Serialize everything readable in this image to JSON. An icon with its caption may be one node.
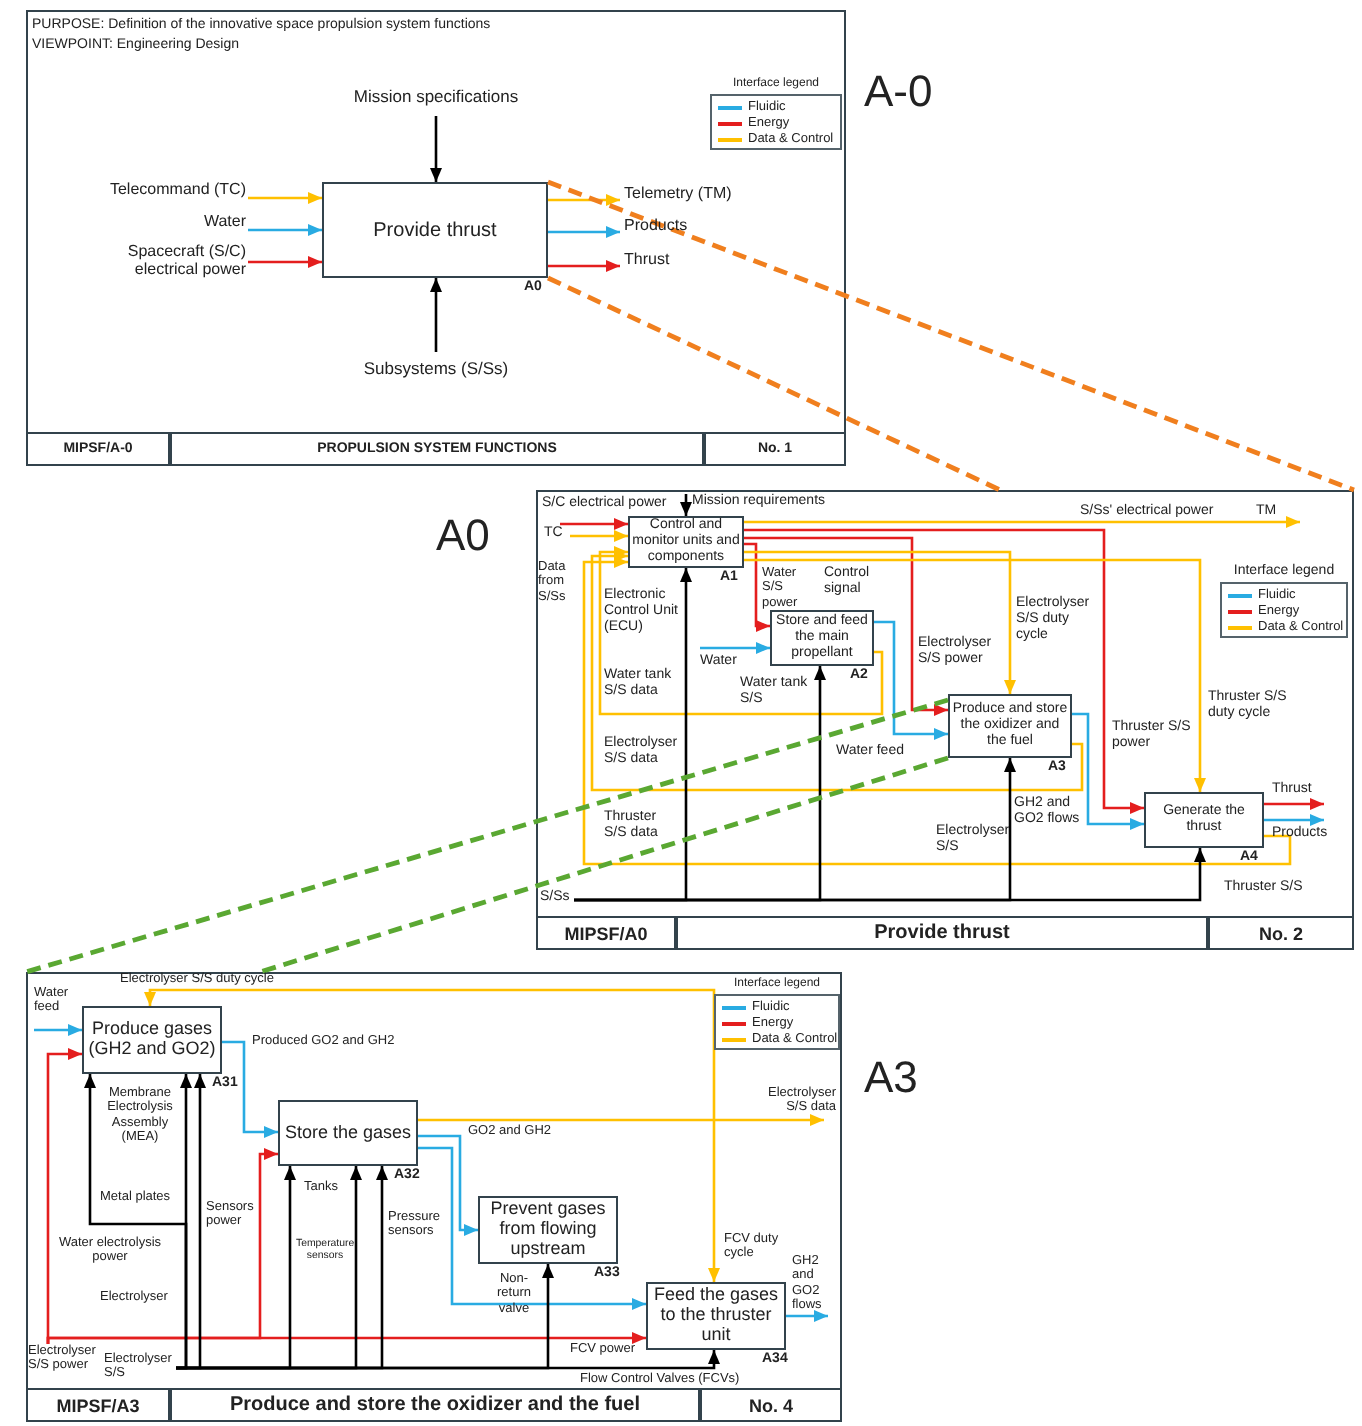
{
  "diagram": {
    "nodes": [
      {
        "text": [
          "A-0"
        ]
      },
      {
        "text": [
          "Provide thrust"
        ],
        "in": 0,
        "beside": [
          "A0"
        ]
      },
      {
        "text": [
          "MIPSF/A-0"
        ],
        "in": 0
      },
      {
        "text": [
          "PROPULSION SYSTEM FUNCTIONS"
        ],
        "in": 0
      },
      {
        "text": [
          "No. 1"
        ],
        "in": 0
      },
      {
        "text": [
          "A0"
        ]
      },
      {
        "text": [
          "Control and monitor units and components"
        ],
        "in": 5,
        "beside": [
          "A1"
        ]
      },
      {
        "text": [
          "Store and feed the main propellant"
        ],
        "in": 5,
        "beside": [
          "A2"
        ]
      },
      {
        "text": [
          "Produce and store the oxidizer and the fuel"
        ],
        "in": 5,
        "beside": [
          "A3"
        ]
      },
      {
        "text": [
          "Generate the thrust"
        ],
        "in": 5,
        "beside": [
          "A4"
        ]
      },
      {
        "text": [
          "MIPSF/A0"
        ],
        "in": 5
      },
      {
        "text": [
          "Provide thrust"
        ],
        "in": 5
      },
      {
        "text": [
          "No. 2"
        ],
        "in": 5
      },
      {
        "text": [
          "A3"
        ]
      },
      {
        "text": [
          "Produce gases (GH2 and GO2)"
        ],
        "in": 13,
        "beside": [
          "A31"
        ]
      },
      {
        "text": [
          "Store the gases"
        ],
        "in": 13,
        "beside": [
          "A32"
        ]
      },
      {
        "text": [
          "Prevent gases from flowing upstream"
        ],
        "in": 13,
        "beside": [
          "A33"
        ]
      },
      {
        "text": [
          "Feed the gases to the thruster unit"
        ],
        "in": 13,
        "beside": [
          "A34"
        ]
      },
      {
        "text": [
          "MIPSF/A3"
        ],
        "in": 13
      },
      {
        "text": [
          "Produce and store the oxidizer and the fuel"
        ],
        "in": 13
      },
      {
        "text": [
          "No. 4"
        ],
        "in": 13
      },
      {
        "text": [
          "S/Ss"
        ],
        "in": 5
      },
      {
        "text": [
          "Electrolyser S/S power"
        ],
        "in": 13
      },
      {
        "text": [
          "Electrolyser S/S"
        ],
        "in": 13
      }
    ],
    "edges": [
      {
        "from": null,
        "to": 1,
        "arrow": "to",
        "label": "Mission specifications",
        "color": "#000000"
      },
      {
        "from": null,
        "to": 1,
        "arrow": "to",
        "label": "Telecommand (TC)",
        "color": "#ffc000"
      },
      {
        "from": null,
        "to": 1,
        "arrow": "to",
        "label": "Water",
        "color": "#29abe2"
      },
      {
        "from": null,
        "to": 1,
        "arrow": "to",
        "label": "Spacecraft (S/C) electrical power",
        "color": "#e41e1e"
      },
      {
        "from": 1,
        "to": null,
        "arrow": "to",
        "label": "Telemetry (TM)",
        "color": "#ffc000"
      },
      {
        "from": 1,
        "to": null,
        "arrow": "to",
        "label": "Products",
        "color": "#29abe2"
      },
      {
        "from": 1,
        "to": null,
        "arrow": "to",
        "label": "Thrust",
        "color": "#e41e1e"
      },
      {
        "from": null,
        "to": 1,
        "arrow": "to",
        "label": "Subsystems (S/Ss)",
        "color": "#000000"
      },
      {
        "from": 1,
        "to": 5,
        "arrow": "none",
        "style": "dashed",
        "color": "#f07f1e"
      },
      {
        "from": 1,
        "to": 5,
        "arrow": "none",
        "style": "dashed",
        "color": "#f07f1e"
      },
      {
        "from": null,
        "to": 6,
        "arrow": "to",
        "label": "S/C electrical power",
        "color": "#e41e1e"
      },
      {
        "from": null,
        "to": 6,
        "arrow": "to",
        "label": "Mission requirements",
        "color": "#000000"
      },
      {
        "from": null,
        "to": 6,
        "arrow": "to",
        "label": "TC",
        "color": "#ffc000"
      },
      {
        "from": 6,
        "to": null,
        "arrow": "to",
        "label": "TM",
        "color": "#ffc000"
      },
      {
        "from": 6,
        "to": 7,
        "arrow": "to",
        "label": "Water S/S power",
        "color": "#e41e1e"
      },
      {
        "from": 6,
        "to": 8,
        "arrow": "to",
        "label": "Electrolyser S/S power",
        "color": "#e41e1e"
      },
      {
        "from": 6,
        "to": 9,
        "arrow": "to",
        "label": "Thruster S/S power",
        "color": "#e41e1e"
      },
      {
        "from": 6,
        "to": 8,
        "arrow": "to",
        "label": "Electrolyser S/S duty cycle",
        "color": "#ffc000"
      },
      {
        "from": 6,
        "to": 9,
        "arrow": "to",
        "label": "Thruster S/S duty cycle",
        "color": "#ffc000"
      },
      {
        "from": 7,
        "to": 6,
        "arrow": "to",
        "label": "Water tank S/S data",
        "color": "#ffc000"
      },
      {
        "from": 8,
        "to": 6,
        "arrow": "to",
        "label": "Electrolyser S/S data",
        "color": "#ffc000"
      },
      {
        "from": 9,
        "to": 6,
        "arrow": "to",
        "label": "Thruster S/S data",
        "color": "#ffc000"
      },
      {
        "from": null,
        "to": 7,
        "arrow": "to",
        "label": "Water",
        "color": "#29abe2"
      },
      {
        "from": 7,
        "to": 8,
        "arrow": "to",
        "label": "Water feed",
        "color": "#29abe2"
      },
      {
        "from": 8,
        "to": 9,
        "arrow": "to",
        "label": "GH2 and GO2 flows",
        "color": "#29abe2"
      },
      {
        "from": 9,
        "to": null,
        "arrow": "to",
        "label": "Thrust",
        "color": "#e41e1e"
      },
      {
        "from": 9,
        "to": null,
        "arrow": "to",
        "label": "Products",
        "color": "#29abe2"
      },
      {
        "from": 21,
        "to": 6,
        "arrow": "to",
        "label": "Electronic Control Unit (ECU)",
        "color": "#000000"
      },
      {
        "from": 21,
        "to": 7,
        "arrow": "to",
        "label": "Water tank S/S",
        "color": "#000000"
      },
      {
        "from": 21,
        "to": 8,
        "arrow": "to",
        "label": "Electrolyser S/S",
        "color": "#000000"
      },
      {
        "from": 21,
        "to": 9,
        "arrow": "to",
        "label": "Thruster S/S",
        "color": "#000000"
      },
      {
        "from": 8,
        "to": 13,
        "arrow": "none",
        "style": "dashed",
        "color": "#5aa832"
      },
      {
        "from": 8,
        "to": 13,
        "arrow": "none",
        "style": "dashed",
        "color": "#5aa832"
      },
      {
        "from": null,
        "to": 14,
        "arrow": "to",
        "label": "Water feed",
        "color": "#29abe2"
      },
      {
        "from": null,
        "to": 14,
        "arrow": "to",
        "label": "Electrolyser S/S duty cycle",
        "color": "#ffc000"
      },
      {
        "from": null,
        "to": 17,
        "arrow": "to",
        "label": "FCV duty cycle",
        "color": "#ffc000"
      },
      {
        "from": 14,
        "to": 15,
        "arrow": "to",
        "label": "Produced GO2 and GH2",
        "color": "#29abe2"
      },
      {
        "from": 15,
        "to": null,
        "arrow": "to",
        "label": "Electrolyser S/S data",
        "color": "#ffc000"
      },
      {
        "from": 15,
        "to": 16,
        "arrow": "to",
        "label": "GO2 and GH2",
        "color": "#29abe2"
      },
      {
        "from": 15,
        "to": 17,
        "arrow": "to",
        "color": "#29abe2"
      },
      {
        "from": 17,
        "to": null,
        "arrow": "to",
        "label": "GH2 and GO2 flows",
        "color": "#29abe2"
      },
      {
        "from": 22,
        "to": 14,
        "arrow": "to",
        "label": "Water electrolysis power",
        "color": "#e41e1e"
      },
      {
        "from": 22,
        "to": 15,
        "arrow": "to",
        "label": "Sensors power",
        "color": "#e41e1e"
      },
      {
        "from": 22,
        "to": 17,
        "arrow": "to",
        "label": "FCV power",
        "color": "#e41e1e"
      },
      {
        "from": 23,
        "to": 14,
        "arrow": "to",
        "label": "Membrane Electrolysis Assembly (MEA)",
        "color": "#000000"
      },
      {
        "from": 23,
        "to": 14,
        "arrow": "to",
        "label": "Metal plates",
        "color": "#000000"
      },
      {
        "from": 23,
        "to": 14,
        "arrow": "to",
        "label": "Electrolyser",
        "color": "#000000"
      },
      {
        "from": 23,
        "to": 15,
        "arrow": "to",
        "label": "Tanks",
        "color": "#000000"
      },
      {
        "from": 23,
        "to": 15,
        "arrow": "to",
        "label": "Temperature sensors",
        "color": "#000000"
      },
      {
        "from": 23,
        "to": 15,
        "arrow": "to",
        "label": "Pressure sensors",
        "color": "#000000"
      },
      {
        "from": 23,
        "to": 16,
        "arrow": "to",
        "label": "Non-return valve",
        "color": "#000000"
      },
      {
        "from": 23,
        "to": 17,
        "arrow": "to",
        "label": "Flow Control Valves (FCVs)",
        "color": "#000000"
      }
    ],
    "labels": [
      "PURPOSE: Definition of the innovative space propulsion system functions",
      "VIEWPOINT: Engineering Design",
      "Interface legend",
      "Data from S/Ss",
      "S/Ss' electrical power",
      "Control signal",
      "Interface legend",
      "Interface legend"
    ],
    "legend": [
      {
        "text": "Fluidic",
        "color": "#29abe2"
      },
      {
        "text": "Energy",
        "color": "#e41e1e"
      },
      {
        "text": "Data & Control",
        "color": "#ffc000"
      },
      {
        "text": "Fluidic",
        "color": "#29abe2"
      },
      {
        "text": "Energy",
        "color": "#e41e1e"
      },
      {
        "text": "Data & Control",
        "color": "#ffc000"
      },
      {
        "text": "Fluidic",
        "color": "#29abe2"
      },
      {
        "text": "Energy",
        "color": "#e41e1e"
      },
      {
        "text": "Data & Control",
        "color": "#ffc000"
      }
    ]
  }
}
